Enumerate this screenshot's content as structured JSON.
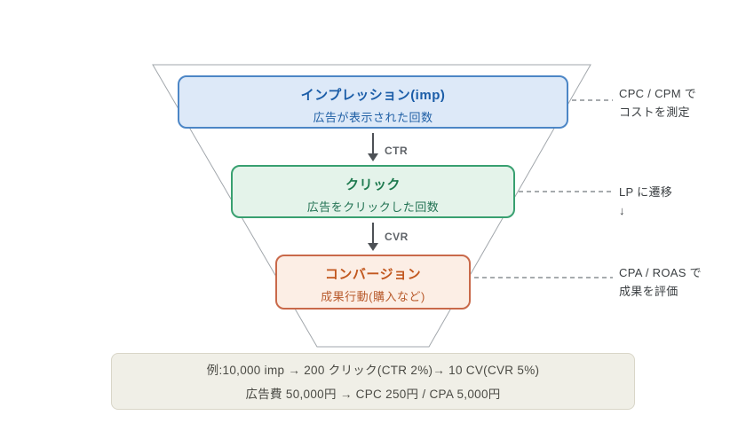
{
  "diagram": {
    "title_hint": "広告ファネル図",
    "stages": [
      {
        "title": "インプレッション(imp)",
        "subtitle": "広告が表示された回数",
        "accent_color": "#1b5da8",
        "fill_color": "#dde9f8",
        "border_color": "#4c86c6"
      },
      {
        "title": "クリック",
        "subtitle": "広告をクリックした回数",
        "accent_color": "#1e7a4f",
        "fill_color": "#e4f3ea",
        "border_color": "#38a070"
      },
      {
        "title": "コンバージョン",
        "subtitle": "成果行動(購入など)",
        "accent_color": "#c2581f",
        "fill_color": "#fceee5",
        "border_color": "#c9694a"
      }
    ],
    "flow_labels": [
      {
        "label": "CTR"
      },
      {
        "label": "CVR"
      }
    ],
    "annotations": [
      {
        "line1": "CPC / CPM で",
        "line2": "コストを測定"
      },
      {
        "line1": "LP に遷移",
        "line2": "↓"
      },
      {
        "line1": "CPA / ROAS で",
        "line2": "成果を評価"
      }
    ],
    "example": {
      "line1": "例:10,000 imp → 200 クリック(CTR 2%)→ 10 CV(CVR 5%)",
      "line2": "広告費 50,000円 → CPC 250円 / CPA 5,000円"
    },
    "line_color": "#9aa0a6",
    "arrow_color": "#4d5156"
  }
}
